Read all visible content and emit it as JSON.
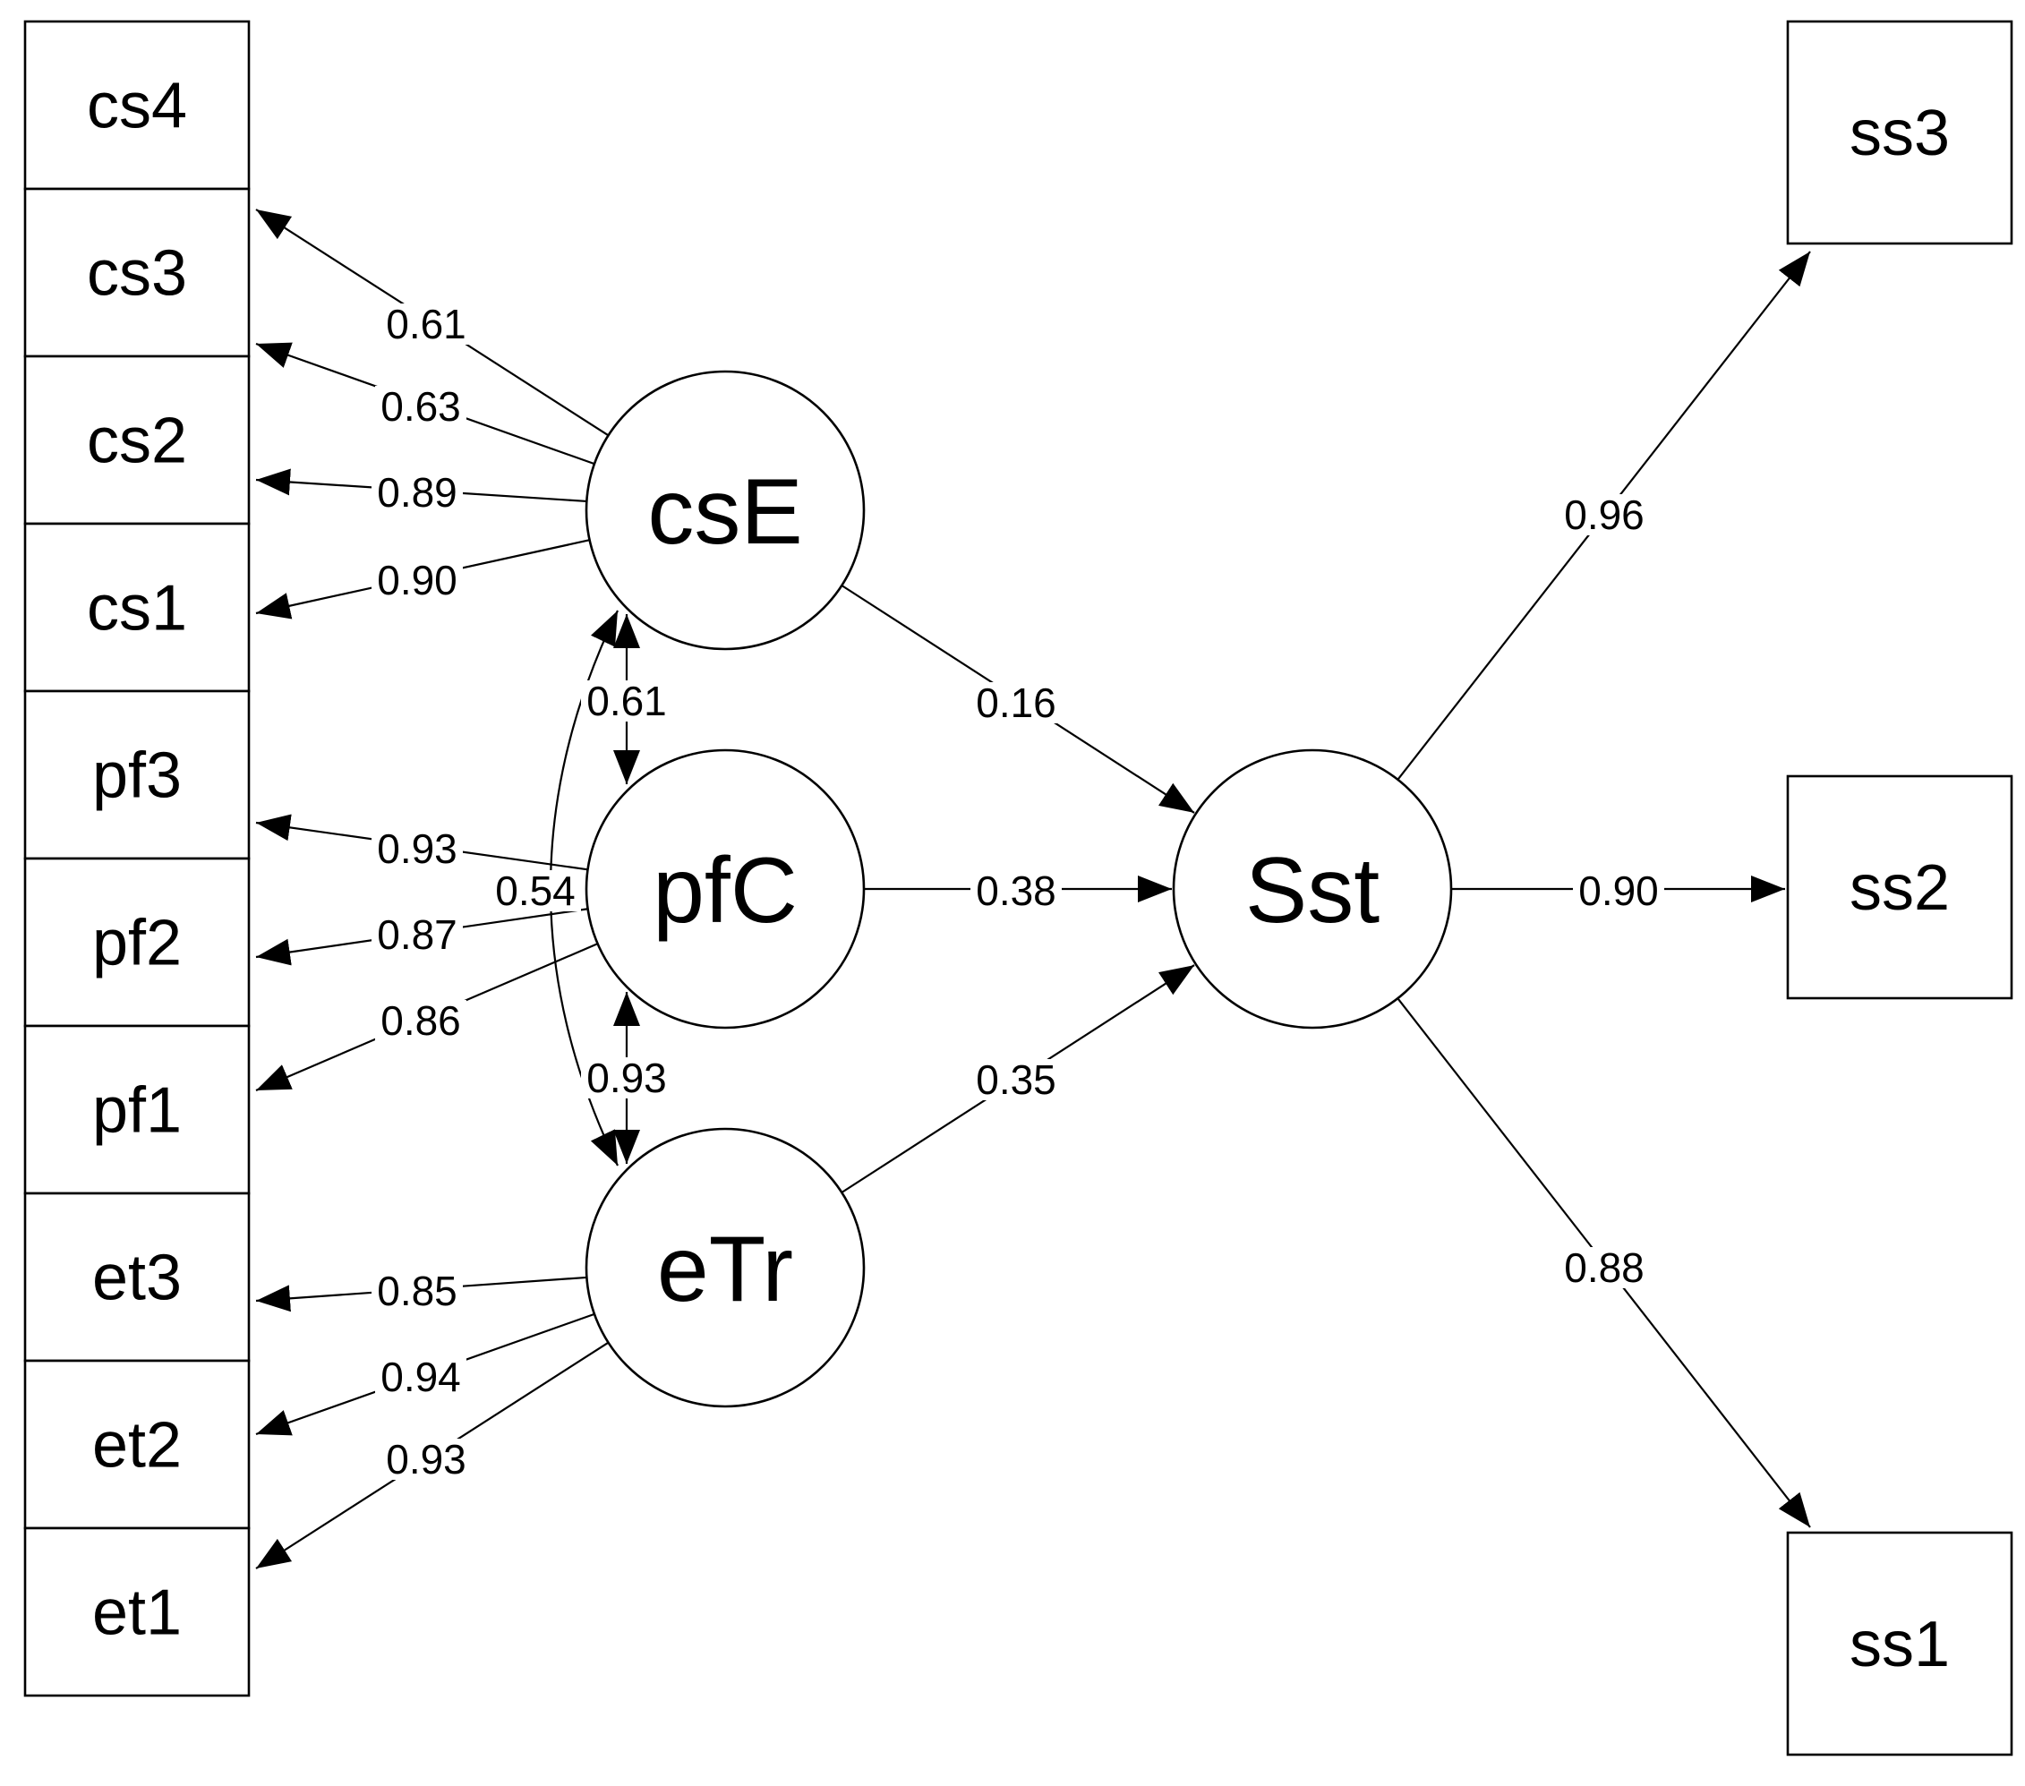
{
  "observed": [
    {
      "id": "cs4",
      "label": "cs4"
    },
    {
      "id": "cs3",
      "label": "cs3"
    },
    {
      "id": "cs2",
      "label": "cs2"
    },
    {
      "id": "cs1",
      "label": "cs1"
    },
    {
      "id": "pf3",
      "label": "pf3"
    },
    {
      "id": "pf2",
      "label": "pf2"
    },
    {
      "id": "pf1",
      "label": "pf1"
    },
    {
      "id": "et3",
      "label": "et3"
    },
    {
      "id": "et2",
      "label": "et2"
    },
    {
      "id": "et1",
      "label": "et1"
    },
    {
      "id": "ss3",
      "label": "ss3"
    },
    {
      "id": "ss2",
      "label": "ss2"
    },
    {
      "id": "ss1",
      "label": "ss1"
    }
  ],
  "latent": [
    {
      "id": "csE",
      "label": "csE"
    },
    {
      "id": "pfC",
      "label": "pfC"
    },
    {
      "id": "eTr",
      "label": "eTr"
    },
    {
      "id": "Sst",
      "label": "Sst"
    }
  ],
  "loadings": [
    {
      "from": "csE",
      "to": "cs4",
      "value": "0.61"
    },
    {
      "from": "csE",
      "to": "cs3",
      "value": "0.63"
    },
    {
      "from": "csE",
      "to": "cs2",
      "value": "0.89"
    },
    {
      "from": "csE",
      "to": "cs1",
      "value": "0.90"
    },
    {
      "from": "pfC",
      "to": "pf3",
      "value": "0.93"
    },
    {
      "from": "pfC",
      "to": "pf2",
      "value": "0.87"
    },
    {
      "from": "pfC",
      "to": "pf1",
      "value": "0.86"
    },
    {
      "from": "eTr",
      "to": "et3",
      "value": "0.85"
    },
    {
      "from": "eTr",
      "to": "et2",
      "value": "0.94"
    },
    {
      "from": "eTr",
      "to": "et1",
      "value": "0.93"
    },
    {
      "from": "Sst",
      "to": "ss3",
      "value": "0.96"
    },
    {
      "from": "Sst",
      "to": "ss2",
      "value": "0.90"
    },
    {
      "from": "Sst",
      "to": "ss1",
      "value": "0.88"
    }
  ],
  "regressions": [
    {
      "from": "csE",
      "to": "Sst",
      "value": "0.16"
    },
    {
      "from": "pfC",
      "to": "Sst",
      "value": "0.38"
    },
    {
      "from": "eTr",
      "to": "Sst",
      "value": "0.35"
    }
  ],
  "covariances": [
    {
      "a": "csE",
      "b": "pfC",
      "value": "0.61"
    },
    {
      "a": "pfC",
      "b": "eTr",
      "value": "0.93"
    },
    {
      "a": "csE",
      "b": "eTr",
      "value": "0.54"
    }
  ]
}
